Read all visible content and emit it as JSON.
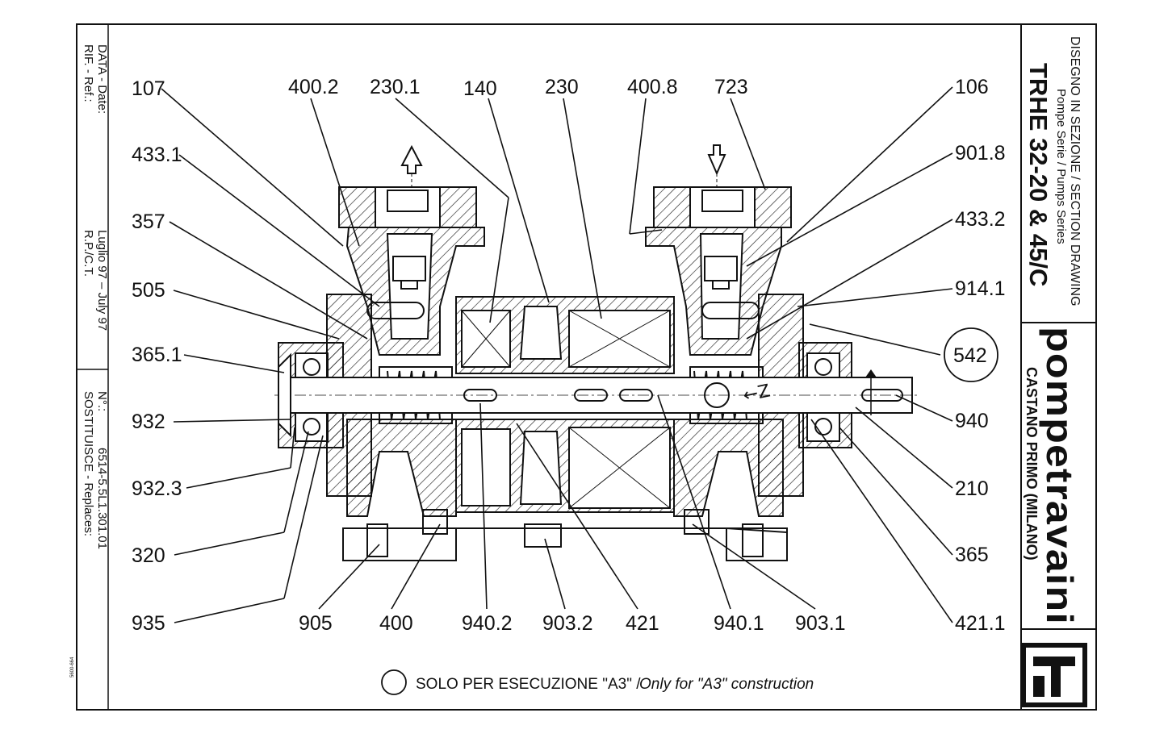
{
  "left_block": {
    "ref_label": "RIF. - Ref.:",
    "ref_value": "R.P./C.T.",
    "date_label": "DATA - Date:",
    "date_value": "Luglio 97 – July 97",
    "replaces_label": "SOSTITUISCE - Replaces:",
    "number_label": "N°.:",
    "number_value": "6514-5.5L1.301.01"
  },
  "title_block": {
    "drawing_type": "DISEGNO IN SEZIONE / SECTION DRAWING",
    "series": "Pompe Serie / Pumps Series",
    "model": "TRHE 32-20 & 45/C",
    "brand": "pompetravaini",
    "location": "CASTANO PRIMO (MILANO)"
  },
  "part_labels": {
    "p107": "107",
    "p4002": "400.2",
    "p2301": "230.1",
    "p140": "140",
    "p230": "230",
    "p4008": "400.8",
    "p723": "723",
    "p106": "106",
    "p4331": "433.1",
    "p9018": "901.8",
    "p357": "357",
    "p4332": "433.2",
    "p505": "505",
    "p9141": "914.1",
    "p3651": "365.1",
    "p542": "542",
    "p932": "932",
    "p940": "940",
    "p9323": "932.3",
    "p210": "210",
    "p320": "320",
    "p365": "365",
    "p935": "935",
    "p905": "905",
    "p400": "400",
    "p9402": "940.2",
    "p9032": "903.2",
    "p421": "421",
    "p9401": "940.1",
    "p9031": "903.1",
    "p4211": "421.1"
  },
  "handwritten_note": "←Z",
  "footer_note": {
    "italian": "SOLO PER ESECUZIONE \"A3\" /",
    "english": "Only for \"A3\" construction"
  },
  "tiny_mark": "5600-664"
}
